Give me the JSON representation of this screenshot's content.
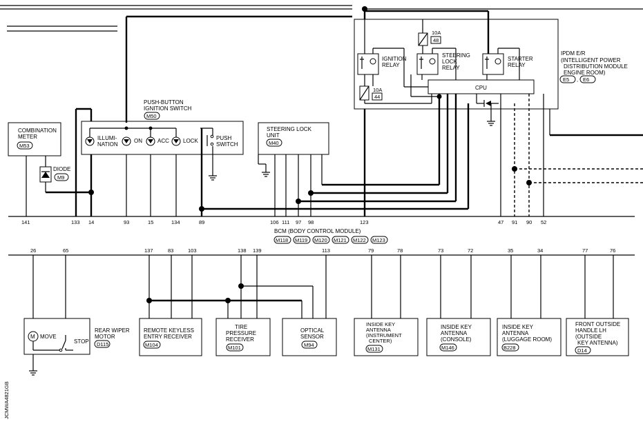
{
  "diagram_id": "JCMWA4821GB",
  "bcm": {
    "title": "BCM (BODY CONTROL MODULE)",
    "connectors": [
      "M118",
      "M119",
      "M120",
      "M121",
      "M122",
      "M123"
    ]
  },
  "ipdm": {
    "line1": "IPDM E/R",
    "line2": "(INTELLIGENT POWER",
    "line3": "DISTRIBUTION MODULE",
    "line4": "ENGINE ROOM)",
    "conn1": "E5",
    "conn2": "E6",
    "sep": ",",
    "fuse1_amp": "10A",
    "fuse1_no": "48",
    "fuse2_amp": "10A",
    "fuse2_no": "44",
    "ign_relay_1": "IGNITION",
    "ign_relay_2": "RELAY",
    "sl_relay_1": "STEERING",
    "sl_relay_2": "LOCK",
    "sl_relay_3": "RELAY",
    "st_relay_1": "STARTER",
    "st_relay_2": "RELAY",
    "cpu": "CPU"
  },
  "meter": {
    "line1": "COMBINATION",
    "line2": "METER",
    "conn": "M53"
  },
  "diode": {
    "label": "DIODE",
    "conn": "M9"
  },
  "ignition_switch": {
    "line1": "PUSH-BUTTON",
    "line2": "IGNITION SWITCH",
    "conn": "M50",
    "ill1": "ILLUMI-",
    "ill2": "NATION",
    "on": "ON",
    "acc": "ACC",
    "lock": "LOCK",
    "push1": "PUSH",
    "push2": "SWITCH"
  },
  "steering_lock": {
    "line1": "STEERING LOCK",
    "line2": "UNIT",
    "conn": "M40"
  },
  "upper_pins": [
    "141",
    "133",
    "14",
    "93",
    "15",
    "134",
    "89",
    "106",
    "111",
    "97",
    "98",
    "123",
    "47",
    "91",
    "90",
    "52"
  ],
  "lower_pins": [
    "26",
    "65",
    "137",
    "83",
    "103",
    "138",
    "139",
    "113",
    "79",
    "78",
    "73",
    "72",
    "35",
    "34",
    "77",
    "76"
  ],
  "wiper": {
    "line1": "REAR WIPER",
    "line2": "MOTOR",
    "conn": "D115",
    "move": "MOVE",
    "stop": "STOP",
    "motor": "M"
  },
  "keyless": {
    "line1": "REMOTE KEYLESS",
    "line2": "ENTRY RECEIVER",
    "conn": "M104"
  },
  "tire": {
    "line1": "TIRE",
    "line2": "PRESSURE",
    "line3": "RECEIVER",
    "conn": "M101"
  },
  "optical": {
    "line1": "OPTICAL",
    "line2": "SENSOR",
    "conn": "M94"
  },
  "ant_inst": {
    "line1": "INSIDE KEY",
    "line2": "ANTENNA",
    "line3": "(INSTRUMENT",
    "line4": "CENTER)",
    "conn": "M131"
  },
  "ant_console": {
    "line1": "INSIDE KEY",
    "line2": "ANTENNA",
    "line3": "(CONSOLE)",
    "conn": "M146"
  },
  "ant_luggage": {
    "line1": "INSIDE KEY",
    "line2": "ANTENNA",
    "line3": "(LUGGAGE ROOM)",
    "conn": "B228"
  },
  "front_handle": {
    "line1": "FRONT OUTSIDE",
    "line2": "HANDLE LH",
    "line3": "(OUTSIDE",
    "line4": "KEY ANTENNA)",
    "conn": "D14"
  }
}
